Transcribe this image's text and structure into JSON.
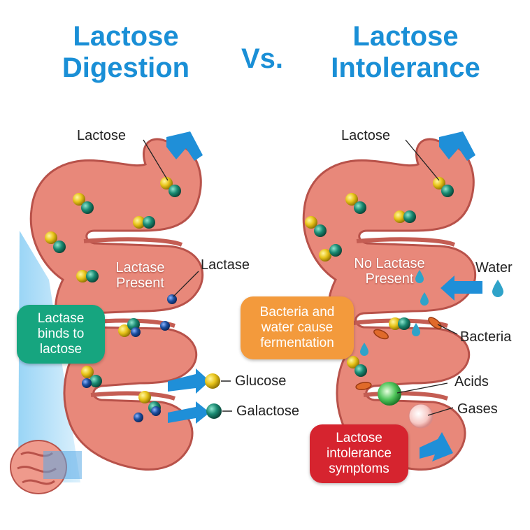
{
  "left_title": {
    "line1": "Lactose",
    "line2": "Digestion"
  },
  "vs_label": "Vs.",
  "right_title": {
    "line1": "Lactose",
    "line2": "Intolerance"
  },
  "left_panel": {
    "lactose_label": "Lactose",
    "lactase_label": "Lactase",
    "lactase_present": {
      "line1": "Lactase",
      "line2": "Present"
    },
    "binds_box": {
      "line1": "Lactase",
      "line2": "binds to",
      "line3": "lactose"
    },
    "glucose_label": "Glucose",
    "galactose_label": "Galactose"
  },
  "right_panel": {
    "lactose_label": "Lactose",
    "no_lactase": {
      "line1": "No Lactase",
      "line2": "Present"
    },
    "water_label": "Water",
    "fermentation_box": {
      "line1": "Bacteria and",
      "line2": "water cause",
      "line3": "fermentation"
    },
    "bacteria_label": "Bacteria",
    "acids_label": "Acids",
    "gases_label": "Gases",
    "symptoms_box": {
      "line1": "Lactose",
      "line2": "intolerance",
      "line3": "symptoms"
    }
  },
  "colors": {
    "title_blue": "#1a8fd6",
    "intestine": "#e8887a",
    "intestine_outline": "#b8524a",
    "teal_box": "#16a57f",
    "orange_box": "#f39a3c",
    "red_box": "#d6242f",
    "arrow_blue": "#1f8fd8",
    "glucose_yellow": "#e8c41a",
    "galactose_teal": "#1a8a72",
    "lactase_blue": "#1b4fa0"
  }
}
